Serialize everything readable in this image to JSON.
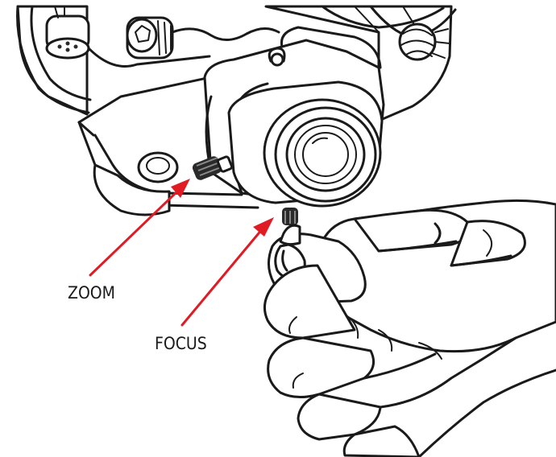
{
  "callouts": [
    {
      "id": "zoom",
      "label": "ZOOM"
    },
    {
      "id": "focus",
      "label": "FOCUS"
    }
  ],
  "colors": {
    "line_art": "#1a1a1a",
    "arrow": "#e01b24",
    "background": "#ffffff"
  }
}
